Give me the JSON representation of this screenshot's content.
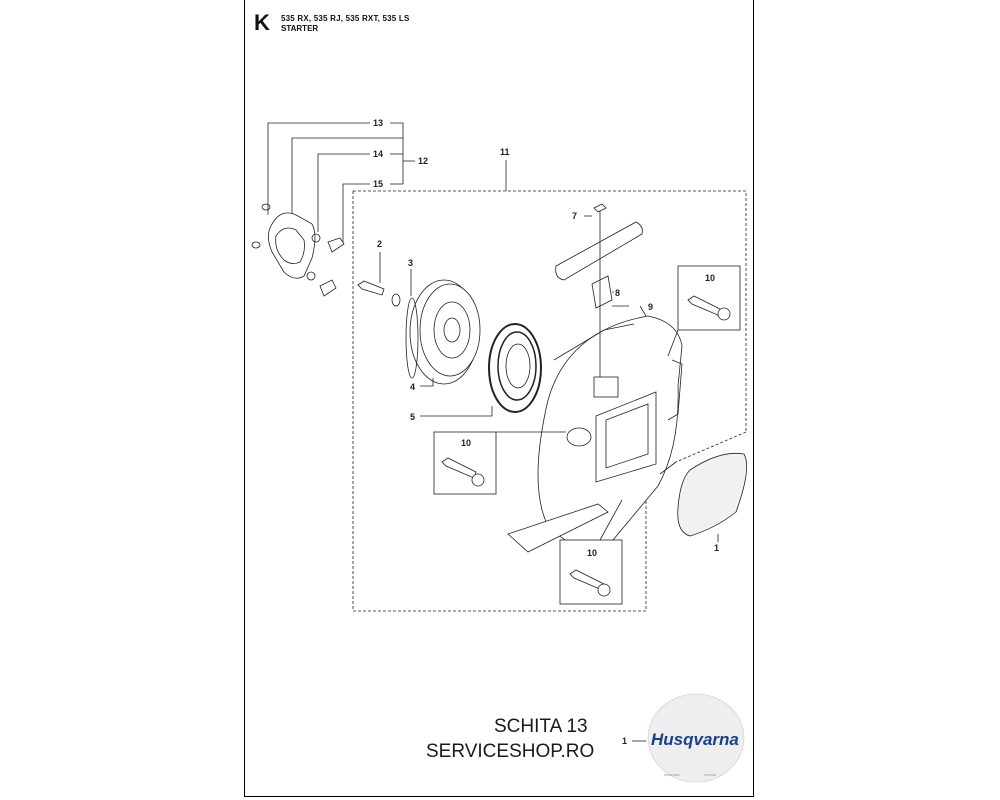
{
  "header": {
    "letter": "K",
    "models": "535 RX, 535 RJ, 535 RXT, 535 LS",
    "section": "STARTER"
  },
  "callouts": {
    "c1": "1",
    "c2": "2",
    "c3": "3",
    "c4": "4",
    "c5": "5",
    "c7": "7",
    "c8": "8",
    "c9": "9",
    "c10a": "10",
    "c10b": "10",
    "c10c": "10",
    "c11": "11",
    "c12": "12",
    "c13": "13",
    "c14": "14",
    "c15": "15",
    "c1logo": "1"
  },
  "caption": {
    "line1": "SCHITA 13",
    "line2": "SERVICESHOP.RO"
  },
  "decal": {
    "brand": "Husqvarna",
    "fine_left": "PATENTED",
    "fine_right": "S7VDSD"
  },
  "colors": {
    "line": "#222222",
    "brand": "#1b3f8f",
    "decal_fill": "#eeeeee"
  }
}
